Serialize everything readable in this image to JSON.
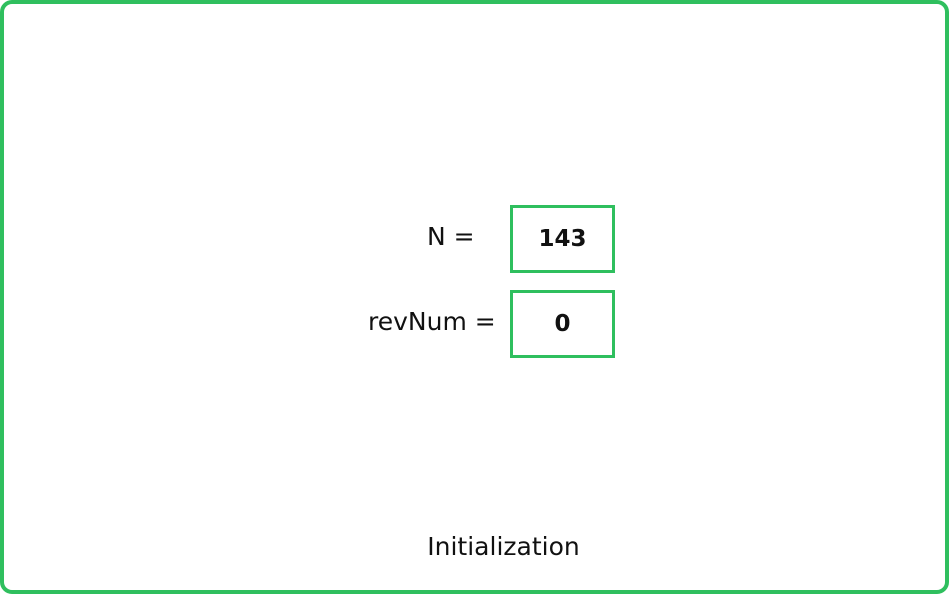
{
  "variables": [
    {
      "label": "N =",
      "value": "143"
    },
    {
      "label": "revNum =",
      "value": "0"
    }
  ],
  "caption": "Initialization",
  "colors": {
    "accent": "#2fbf5e",
    "text": "#111111",
    "background": "#ffffff"
  }
}
